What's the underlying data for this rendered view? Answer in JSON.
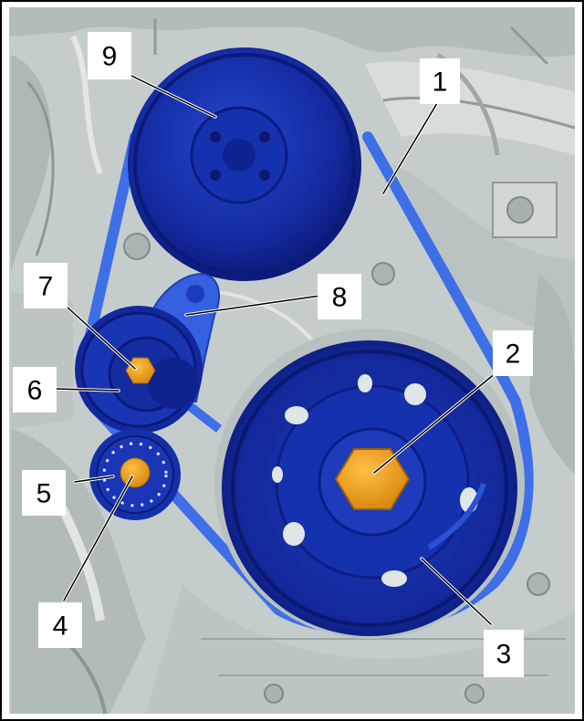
{
  "colors": {
    "background_engine": "#c3cccb",
    "engine_shadow": "#98a3a3",
    "engine_highlight": "#dde3e2",
    "belt": "#3f6fe6",
    "pulley_dark": "#0e1f8a",
    "pulley_mid": "#1833b4",
    "pulley_light": "#2a4fd0",
    "bolt": "#e59a18",
    "leader": "#ffffff",
    "label_text": "#000000"
  },
  "callouts": [
    {
      "id": "1",
      "label": "1"
    },
    {
      "id": "2",
      "label": "2"
    },
    {
      "id": "3",
      "label": "3"
    },
    {
      "id": "4",
      "label": "4"
    },
    {
      "id": "5",
      "label": "5"
    },
    {
      "id": "6",
      "label": "6"
    },
    {
      "id": "7",
      "label": "7"
    },
    {
      "id": "8",
      "label": "8"
    },
    {
      "id": "9",
      "label": "9"
    }
  ]
}
